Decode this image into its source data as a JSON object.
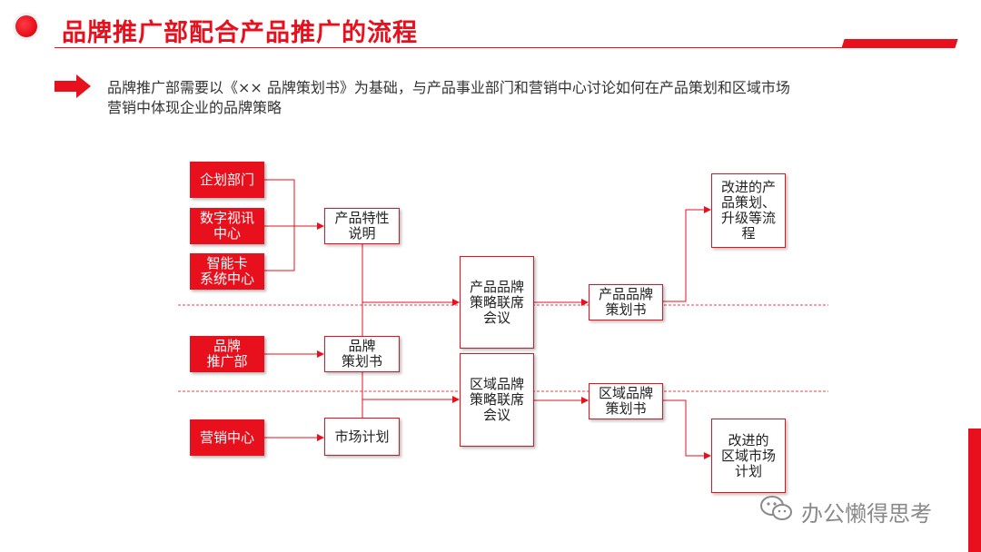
{
  "header": {
    "title": "品牌推广部配合产品推广的流程"
  },
  "intro": {
    "line1": "品牌推广部需要以《×× 品牌策划书》为基础，与产品事业部门和营销中心讨论如何在产品策划和区域市场",
    "line2": "营销中体现企业的品牌策略"
  },
  "diagram": {
    "sources": {
      "planning": "企划部门",
      "digital": "数字视讯\n中心",
      "smartcard": "智能卡\n系统中心",
      "brand": "品牌\n推广部",
      "marketing": "营销中心"
    },
    "docs": {
      "product_spec": "产品特性\n说明",
      "brand_plan": "品牌\n策划书",
      "market_plan": "市场计划"
    },
    "meetings": {
      "product_meeting": "产品品牌\n策略联席\n会议",
      "regional_meeting": "区域品牌\n策略联席\n会议"
    },
    "outputs": {
      "product_brand_plan": "产品品牌\n策划书",
      "regional_brand_plan": "区域品牌\n策划书"
    },
    "results": {
      "improved_product": "改进的产\n品策划、\n升级等流\n程",
      "improved_regional": "改进的\n区域市场\n计划"
    }
  },
  "watermark": {
    "text": "办公懒得思考",
    "icon": "wechat-icon"
  },
  "colors": {
    "accent": "#e8101c"
  }
}
